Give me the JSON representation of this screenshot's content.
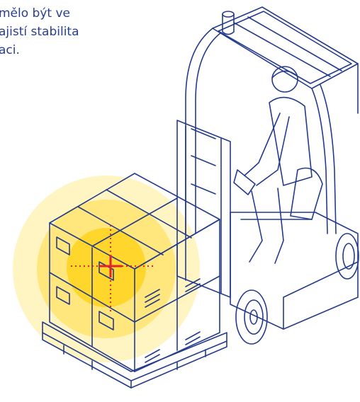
{
  "caption": {
    "line1": "mělo být ve",
    "line2": "ajistí stabilita",
    "line3": "aci."
  },
  "colors": {
    "outline": "#243b8c",
    "glow_outer": "#fff3b8",
    "glow_mid": "#ffe46b",
    "glow_inner": "#ffd21c",
    "crosshair": "#e0242b"
  },
  "icons": {
    "forklift": "forklift-illustration",
    "load": "stacked-boxes-on-pallet",
    "center_of_gravity": "crosshair-icon"
  }
}
